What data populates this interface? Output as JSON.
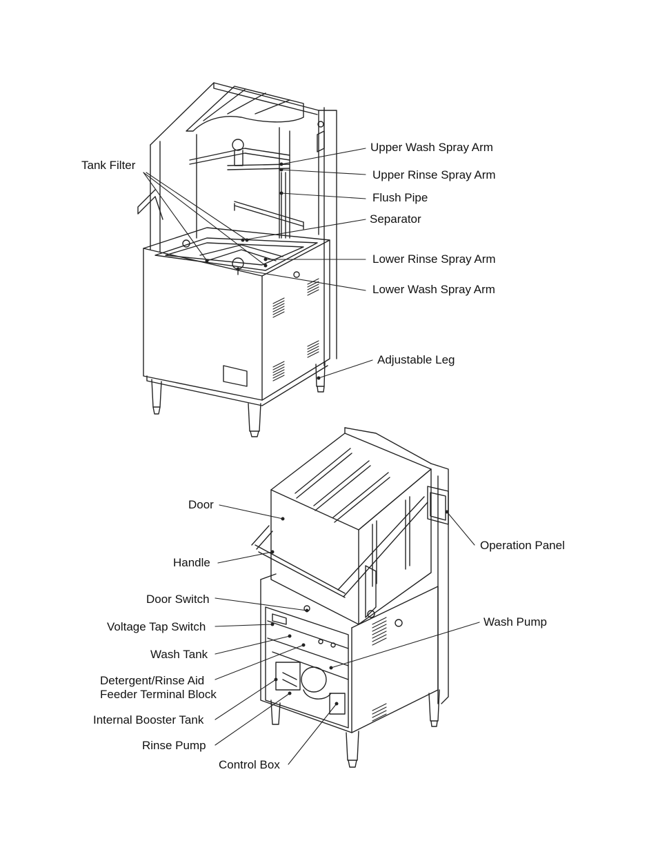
{
  "figure_top": {
    "labels": {
      "tank_filter": "Tank Filter",
      "upper_wash_spray_arm": "Upper Wash Spray Arm",
      "upper_rinse_spray_arm": "Upper Rinse Spray Arm",
      "flush_pipe": "Flush Pipe",
      "separator": "Separator",
      "lower_rinse_spray_arm": "Lower Rinse Spray Arm",
      "lower_wash_spray_arm": "Lower Wash Spray Arm",
      "adjustable_leg": "Adjustable Leg"
    }
  },
  "figure_bottom": {
    "labels": {
      "door": "Door",
      "handle": "Handle",
      "door_switch": "Door Switch",
      "voltage_tap_switch": "Voltage Tap Switch",
      "wash_tank": "Wash Tank",
      "detergent_feeder_line1": "Detergent/Rinse Aid",
      "detergent_feeder_line2": "Feeder Terminal Block",
      "internal_booster_tank": "Internal Booster Tank",
      "rinse_pump": "Rinse Pump",
      "control_box": "Control Box",
      "operation_panel": "Operation Panel",
      "wash_pump": "Wash Pump"
    }
  }
}
